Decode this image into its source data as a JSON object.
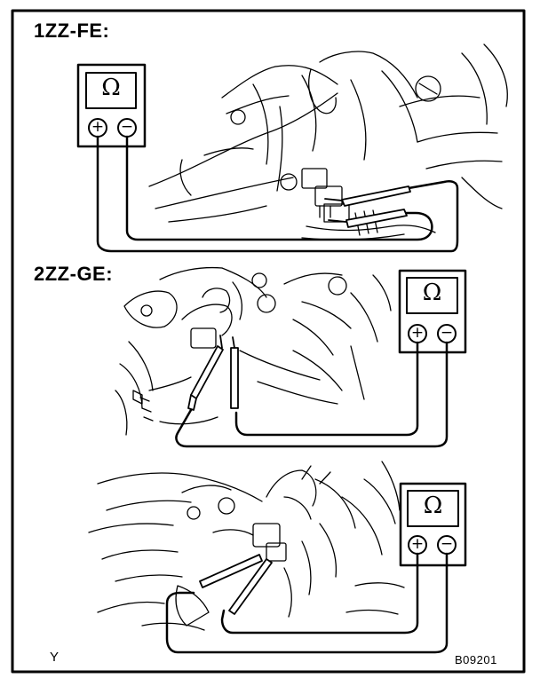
{
  "diagram": {
    "panels": [
      {
        "engine_label": "1ZZ-FE:",
        "meter_symbol": "Ω",
        "plus_symbol": "+",
        "minus_symbol": "−"
      },
      {
        "engine_label": "2ZZ-GE:",
        "meter_symbol": "Ω",
        "plus_symbol": "+",
        "minus_symbol": "−"
      },
      {
        "engine_label": "",
        "meter_symbol": "Ω",
        "plus_symbol": "+",
        "minus_symbol": "−"
      }
    ],
    "corner_mark": "Y",
    "figure_code": "B09201"
  }
}
